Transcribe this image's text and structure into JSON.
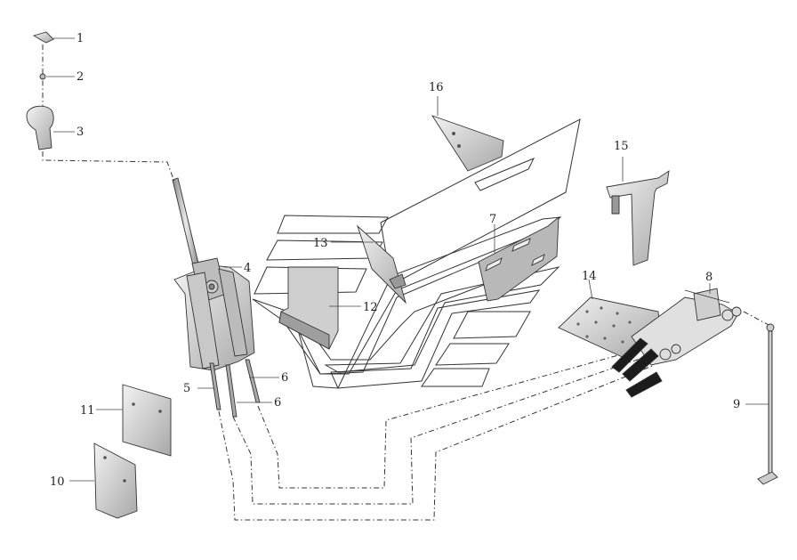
{
  "diagram": {
    "callouts": [
      "1",
      "2",
      "3",
      "4",
      "5",
      "6",
      "6",
      "7",
      "8",
      "9",
      "10",
      "11",
      "12",
      "13",
      "14",
      "15",
      "16"
    ],
    "colors": {
      "line": "#333333",
      "part_fill": "#d9d9d9",
      "part_shade": "#9a9a9a",
      "background": "#ffffff"
    }
  }
}
